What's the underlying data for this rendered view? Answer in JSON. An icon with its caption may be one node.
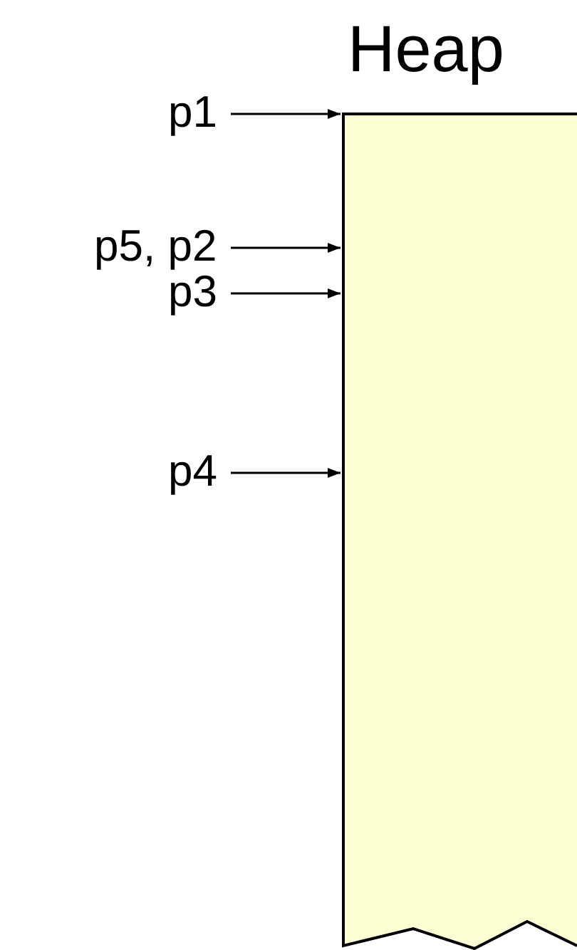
{
  "diagram": {
    "nodes": [
      {
        "text": [
          "Heap"
        ]
      },
      {
        "text": [
          "p1"
        ]
      },
      {
        "text": [
          "p5, p2"
        ]
      },
      {
        "text": [
          "p3"
        ]
      },
      {
        "text": [
          "p4"
        ]
      }
    ],
    "edges": [
      {
        "from": 1,
        "to": 0,
        "arrow": "to"
      },
      {
        "from": 2,
        "to": 0,
        "arrow": "to"
      },
      {
        "from": 3,
        "to": 0,
        "arrow": "to"
      },
      {
        "from": 4,
        "to": 0,
        "arrow": "to"
      }
    ]
  }
}
